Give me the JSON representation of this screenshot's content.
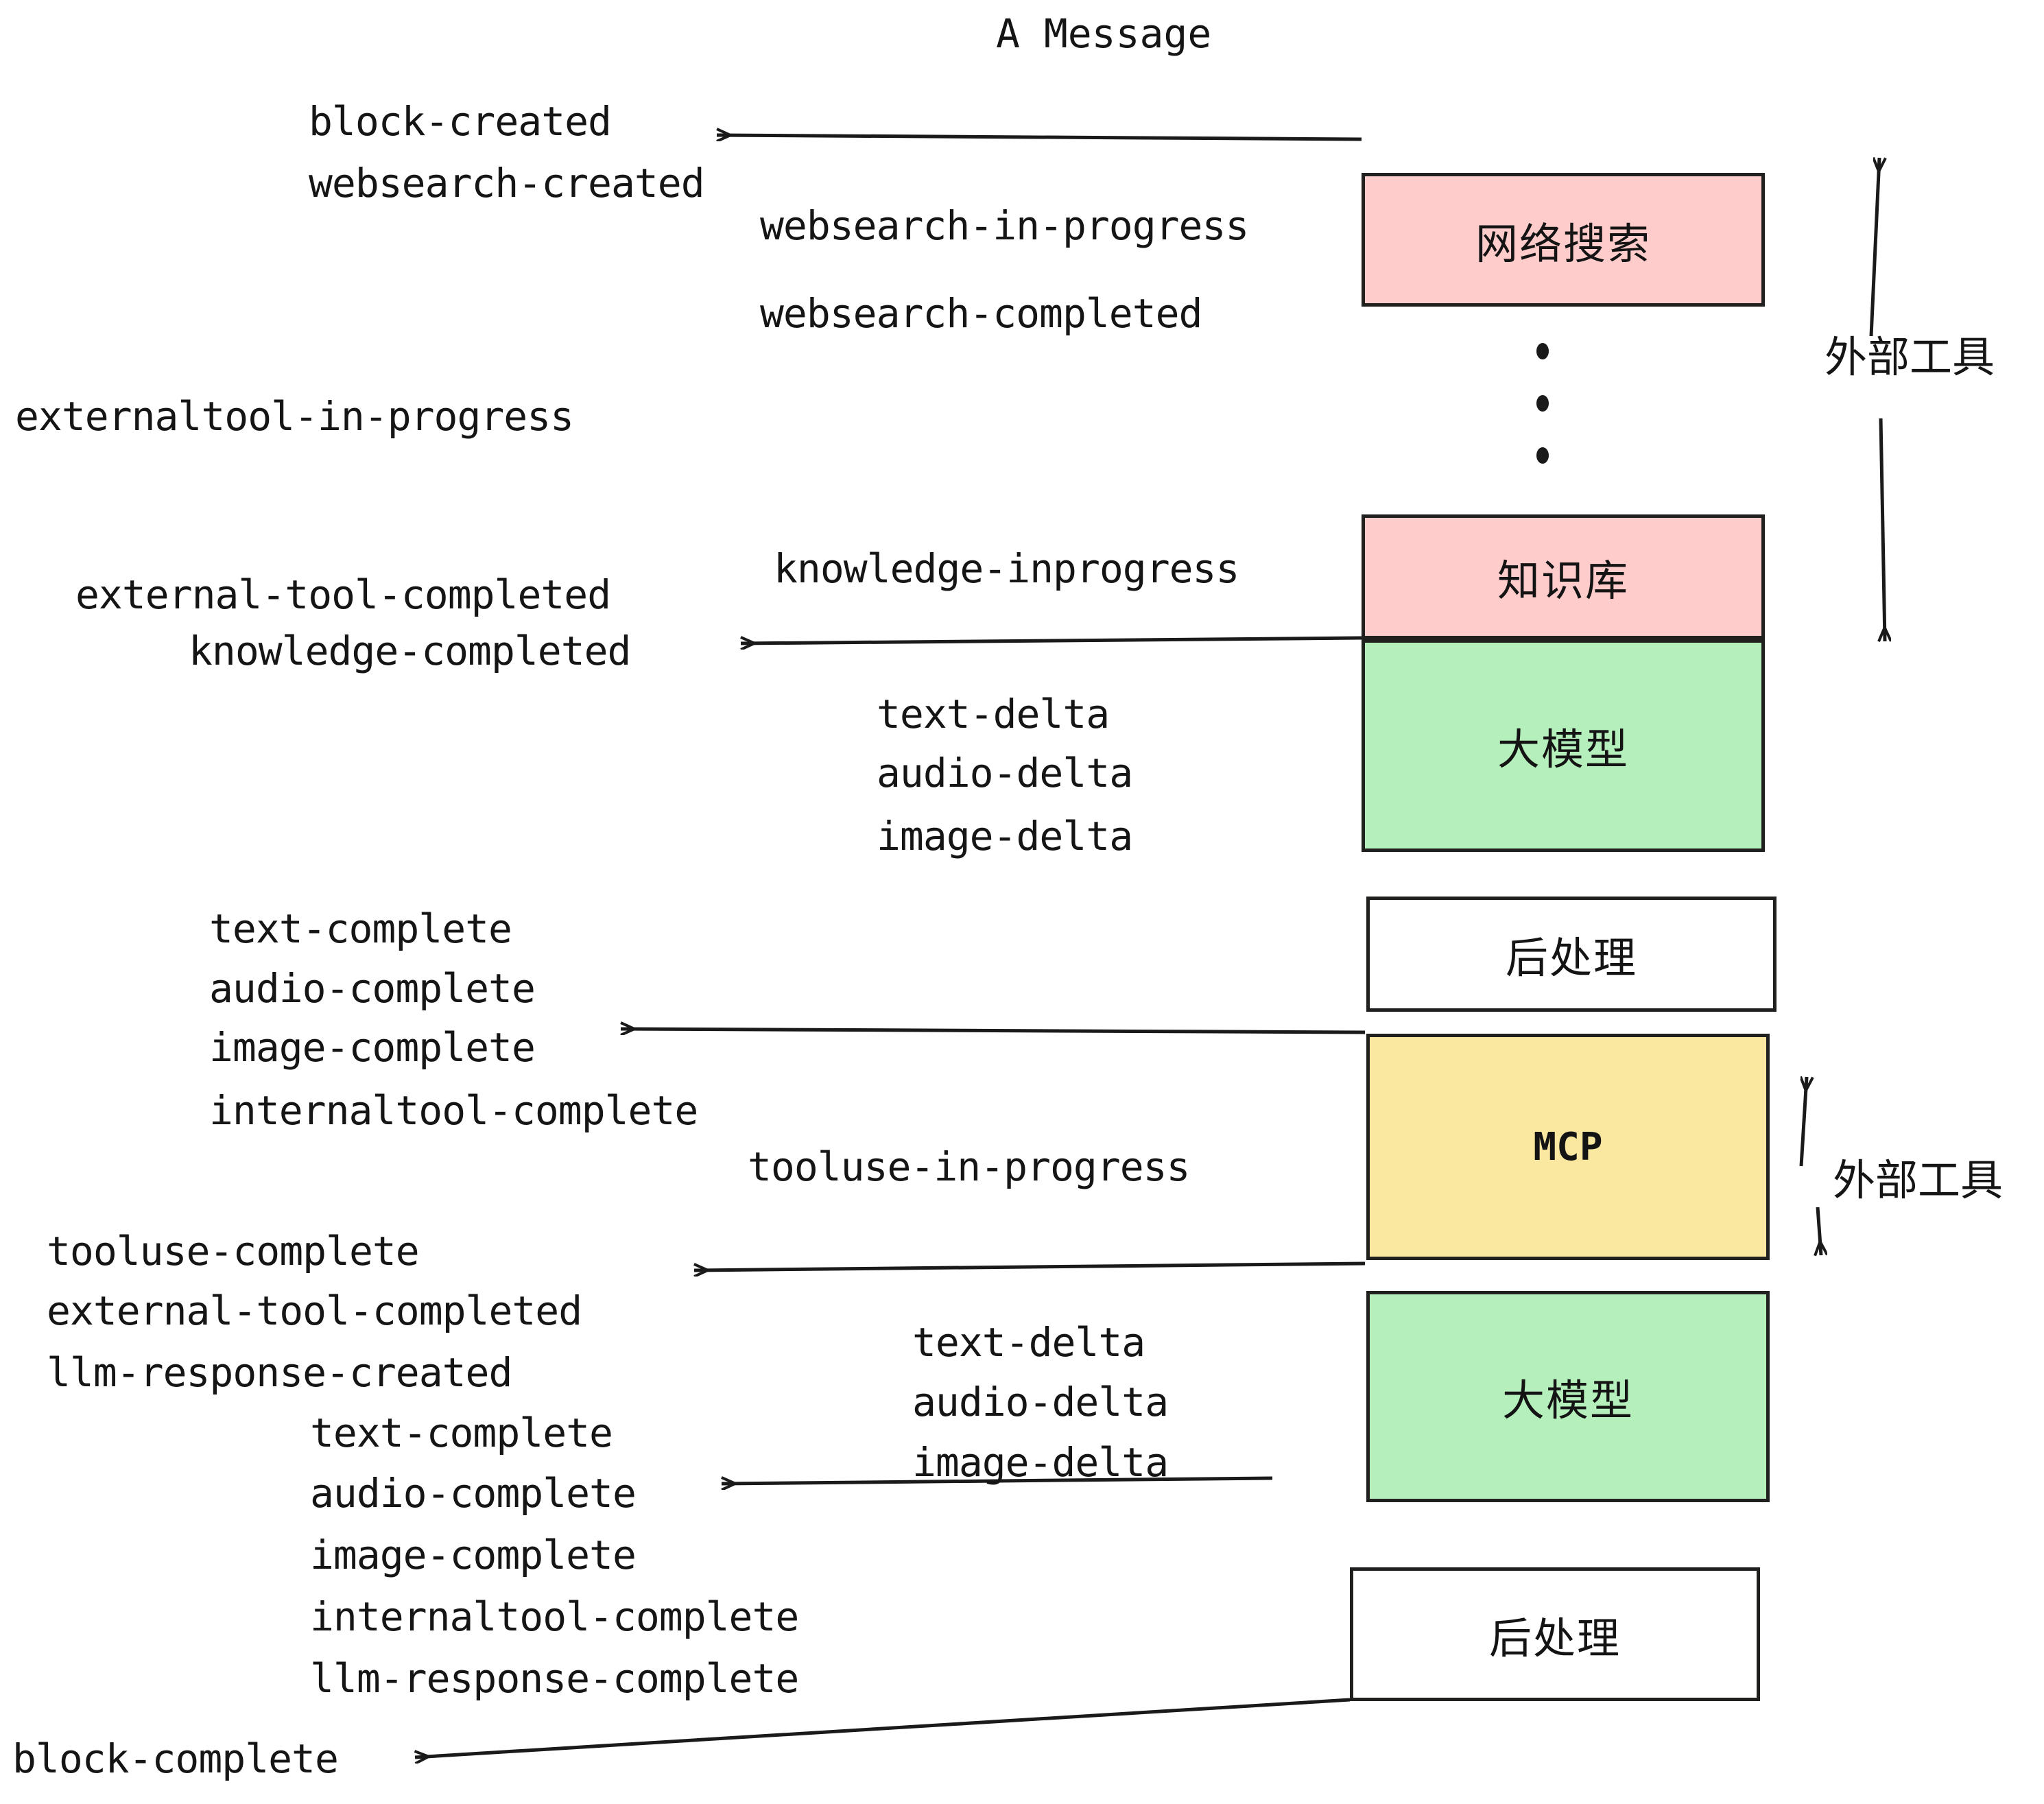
{
  "title": "A Message",
  "colors": {
    "external_tool_box": "#FFCCCC",
    "llm_box": "#B5F0BC",
    "mcp_box": "#FAE8A0",
    "postprocess_box": "#FFFFFF",
    "stroke": "#20201F",
    "text": "#151515",
    "background": "#FFFFFF"
  },
  "nodes": [
    {
      "id": "websearch",
      "label": "网络搜索",
      "fill": "#FFCCCC"
    },
    {
      "id": "knowledge",
      "label": "知识库",
      "fill": "#FFCCCC"
    },
    {
      "id": "llm-1",
      "label": "大模型",
      "fill": "#B5F0BC"
    },
    {
      "id": "postprocess-1",
      "label": "后处理",
      "fill": "#FFFFFF"
    },
    {
      "id": "mcp",
      "label": "MCP",
      "fill": "#FAE8A0"
    },
    {
      "id": "llm-2",
      "label": "大模型",
      "fill": "#B5F0BC"
    },
    {
      "id": "postprocess-2",
      "label": "后处理",
      "fill": "#FFFFFF"
    }
  ],
  "brackets": [
    {
      "id": "external-tool-top",
      "label": "外部工具"
    },
    {
      "id": "external-tool-bottom",
      "label": "外部工具"
    }
  ],
  "events": {
    "block_created": "block-created",
    "websearch_created": "websearch-created",
    "websearch_in_progress": "websearch-in-progress",
    "websearch_completed": "websearch-completed",
    "externaltool_in_progress": "externaltool-in-progress",
    "knowledge_inprogress": "knowledge-inprogress",
    "external_tool_completed_1": "external-tool-completed",
    "knowledge_completed": "knowledge-completed",
    "text_delta_1": "text-delta",
    "audio_delta_1": "audio-delta",
    "image_delta_1": "image-delta",
    "text_complete_1": "text-complete",
    "audio_complete_1": "audio-complete",
    "image_complete_1": "image-complete",
    "internaltool_complete_1": "internaltool-complete",
    "tooluse_in_progress": "tooluse-in-progress",
    "tooluse_complete": "tooluse-complete",
    "external_tool_completed_2": "external-tool-completed",
    "llm_response_created": "llm-response-created",
    "text_delta_2": "text-delta",
    "audio_delta_2": "audio-delta",
    "image_delta_2": "image-delta",
    "text_complete_2": "text-complete",
    "audio_complete_2": "audio-complete",
    "image_complete_2": "image-complete",
    "internaltool_complete_2": "internaltool-complete",
    "llm_response_complete": "llm-response-complete",
    "block_complete": "block-complete"
  },
  "ellipsis": "⋮"
}
